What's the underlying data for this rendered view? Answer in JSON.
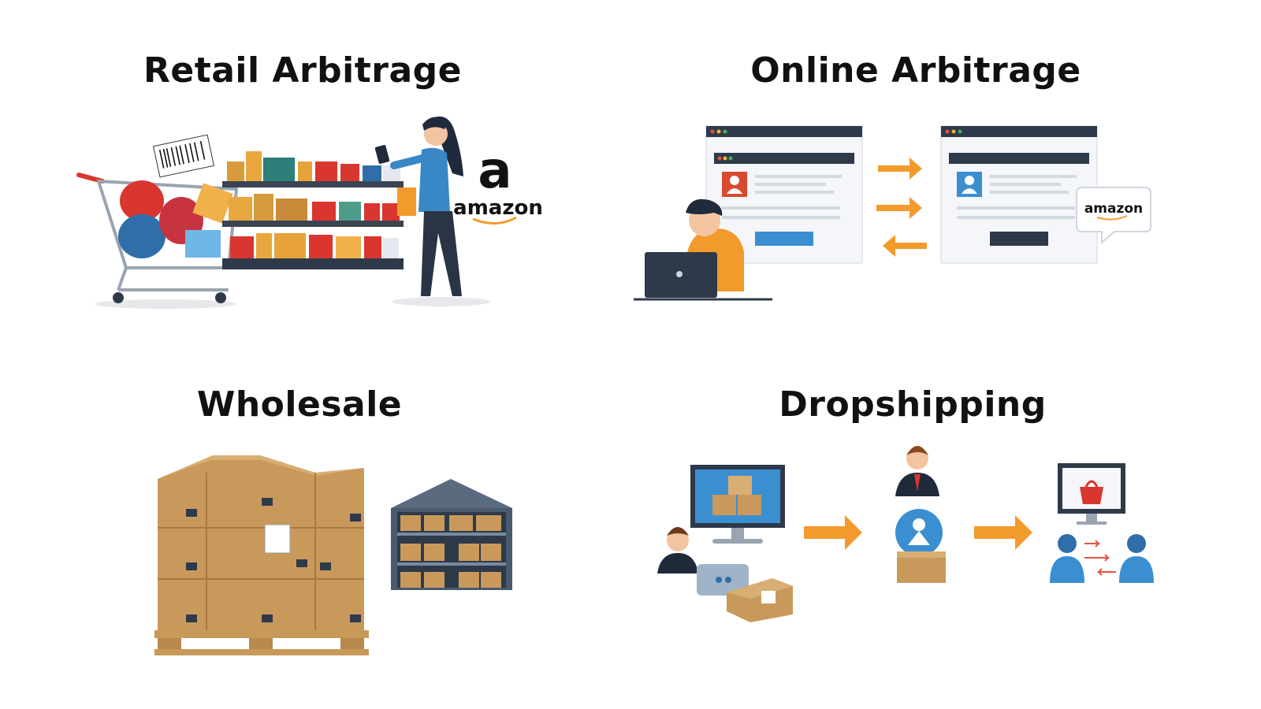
{
  "quadrants": [
    {
      "title": "Retail Arbitrage",
      "logo": "amazon"
    },
    {
      "title": "Online Arbitrage",
      "logo": "amazon"
    },
    {
      "title": "Wholesale"
    },
    {
      "title": "Dropshipping"
    }
  ],
  "colors": {
    "accent_orange": "#f39a2c",
    "cardboard": "#c9995c",
    "navy": "#2e3a4a",
    "blue": "#3b8fd0",
    "red": "#d8362f"
  }
}
